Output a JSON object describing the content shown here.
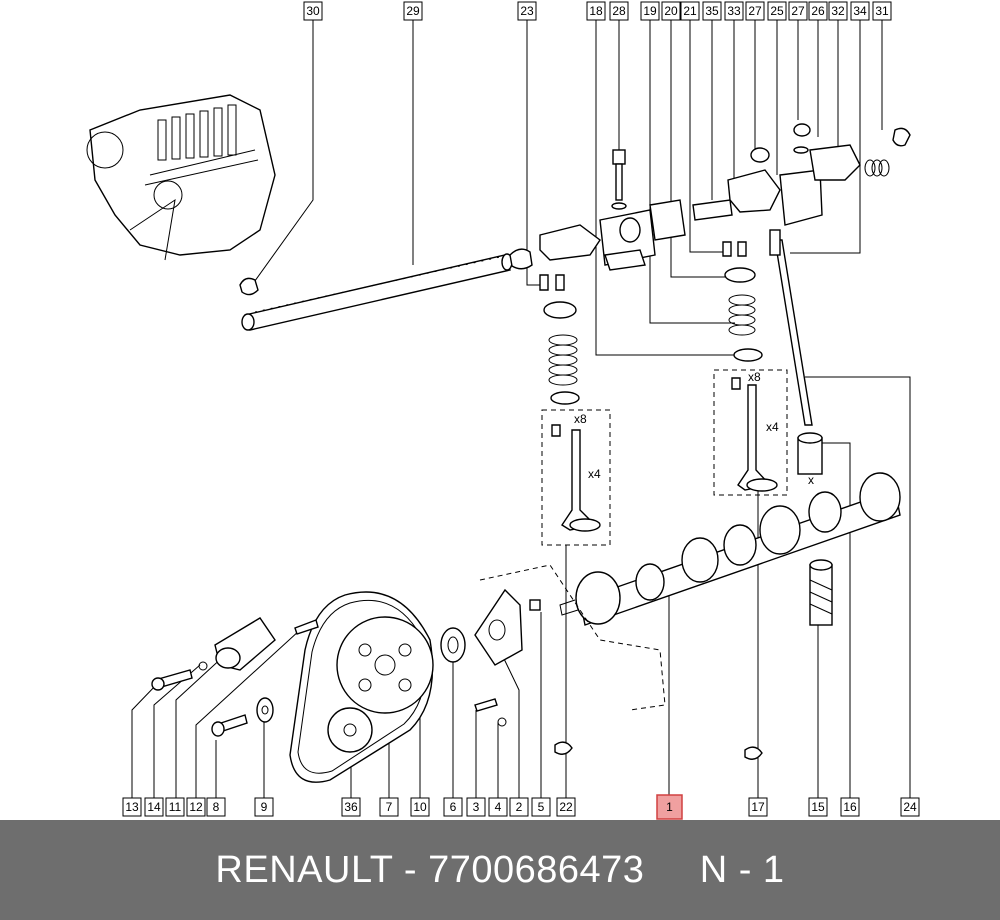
{
  "callouts": {
    "top": [
      {
        "id": "c30",
        "label": "30"
      },
      {
        "id": "c29",
        "label": "29"
      },
      {
        "id": "c23",
        "label": "23"
      },
      {
        "id": "c18",
        "label": "18"
      },
      {
        "id": "c28",
        "label": "28"
      },
      {
        "id": "c19",
        "label": "19"
      },
      {
        "id": "c20",
        "label": "20"
      },
      {
        "id": "c21",
        "label": "21"
      },
      {
        "id": "c35",
        "label": "35"
      },
      {
        "id": "c33",
        "label": "33"
      },
      {
        "id": "c27a",
        "label": "27"
      },
      {
        "id": "c25",
        "label": "25"
      },
      {
        "id": "c27b",
        "label": "27"
      },
      {
        "id": "c26",
        "label": "26"
      },
      {
        "id": "c32",
        "label": "32"
      },
      {
        "id": "c34",
        "label": "34"
      },
      {
        "id": "c31",
        "label": "31"
      }
    ],
    "bottom": [
      {
        "id": "c13",
        "label": "13"
      },
      {
        "id": "c14",
        "label": "14"
      },
      {
        "id": "c11",
        "label": "11"
      },
      {
        "id": "c12",
        "label": "12"
      },
      {
        "id": "c8",
        "label": "8"
      },
      {
        "id": "c9",
        "label": "9"
      },
      {
        "id": "c36",
        "label": "36"
      },
      {
        "id": "c7",
        "label": "7"
      },
      {
        "id": "c10",
        "label": "10"
      },
      {
        "id": "c6",
        "label": "6"
      },
      {
        "id": "c3",
        "label": "3"
      },
      {
        "id": "c4",
        "label": "4"
      },
      {
        "id": "c2",
        "label": "2"
      },
      {
        "id": "c5",
        "label": "5"
      },
      {
        "id": "c22",
        "label": "22"
      },
      {
        "id": "c1",
        "label": "1",
        "highlighted": true
      },
      {
        "id": "c17",
        "label": "17"
      },
      {
        "id": "c15",
        "label": "15"
      },
      {
        "id": "c16",
        "label": "16"
      },
      {
        "id": "c24",
        "label": "24"
      }
    ]
  },
  "quantity_marks": {
    "left_group_keepers": "x8",
    "left_group_valves": "x4",
    "right_group_keepers": "x8",
    "right_group_valves": "x4",
    "tappet_mark": "x"
  },
  "footer": {
    "brand": "RENAULT",
    "separator": " - ",
    "part_number": "7700686473",
    "gap": "     ",
    "position": "N - 1"
  },
  "colors": {
    "highlight_fill": "#f0a0a0",
    "highlight_stroke": "#d04040",
    "footer_bg": "#6e6e6e"
  }
}
